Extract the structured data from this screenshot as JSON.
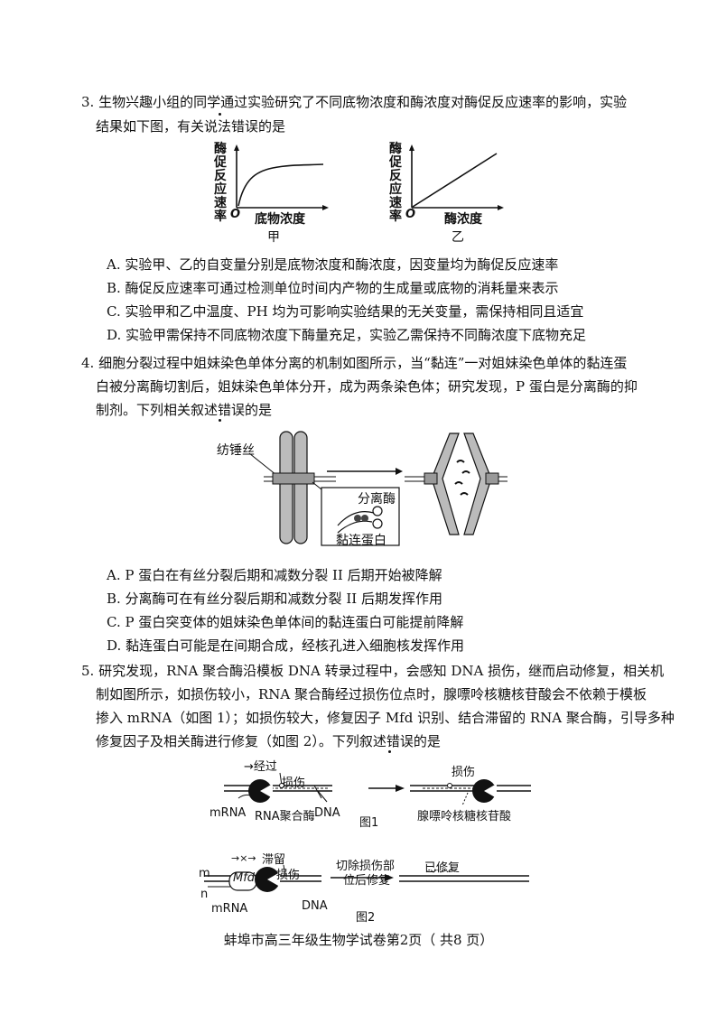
{
  "q3": {
    "line1": "3. 生物兴趣小组的同学通过实验研究了不同底物浓度和酶浓度对酶促反应速率的影响，实验",
    "line2": "结果如下图，有关说法错误的是",
    "graph_a": {
      "ylabel": "酶促反应速率",
      "origin": "O",
      "xlabel": "底物浓度",
      "caption": "甲"
    },
    "graph_b": {
      "ylabel": "酶促反应速率",
      "origin": "O",
      "xlabel": "酶浓度",
      "caption": "乙"
    },
    "options": [
      "A. 实验甲、乙的自变量分别是底物浓度和酶浓度，因变量均为酶促反应速率",
      "B. 酶促反应速率可通过检测单位时间内产物的生成量或底物的消耗量来表示",
      "C. 实验甲和乙中温度、PH 均为可影响实验结果的无关变量，需保持相同且适宜",
      "D. 实验甲需保持不同底物浓度下酶量充足，实验乙需保持不同酶浓度下底物充足"
    ]
  },
  "q4": {
    "line1": "4. 细胞分裂过程中姐妹染色单体分离的机制如图所示，当“黏连”一对姐妹染色单体的黏连蛋",
    "line2": "白被分离酶切割后，姐妹染色单体分开，成为两条染色体；研究发现，P 蛋白是分离酶的抑",
    "line3": "制剂。下列相关叙述错误的是",
    "figure": {
      "spindle": "纺锤丝",
      "separase": "分离酶",
      "cohesin": "黏连蛋白"
    },
    "options": [
      "A. P 蛋白在有丝分裂后期和减数分裂 II 后期开始被降解",
      "B. 分离酶可在有丝分裂后期和减数分裂 II 后期发挥作用",
      "C. P 蛋白突变体的姐妹染色单体间的黏连蛋白可能提前降解",
      "D. 黏连蛋白可能是在间期合成，经核孔进入细胞核发挥作用"
    ]
  },
  "q5": {
    "line1": "5. 研究发现，RNA 聚合酶沿模板 DNA 转录过程中，会感知 DNA 损伤，继而启动修复，相关机",
    "line2": "制如图所示，如损伤较小，RNA 聚合酶经过损伤位点时，腺嘌呤核糖核苷酸会不依赖于模板",
    "line3": "掺入 mRNA（如图 1）；如损伤较大，修复因子 Mfd 识别、结合滞留的 RNA 聚合酶，引导多种",
    "line4": "修复因子及相关酶进行修复（如图 2）。下列叙述错误的是",
    "fig1": {
      "pass": "→经过",
      "damage": "损伤",
      "mrna": "mRNA",
      "polymerase": "RNA聚合酶",
      "dna": "DNA",
      "caption": "图1",
      "damage2": "损伤",
      "adenine": "腺嘌呤核糖核苷酸"
    },
    "fig2": {
      "stall": "滞留",
      "cross": "→×→",
      "damage": "损伤",
      "mfd": "Mfd",
      "m": "m",
      "n": "n",
      "mrna": "mRNA",
      "dna": "DNA",
      "caption": "图2",
      "step1": "切除损伤部",
      "step2": "位后修复",
      "repaired": "已修复"
    }
  },
  "footer": "蚌埠市高三年级生物学试卷第2页（ 共8 页）"
}
